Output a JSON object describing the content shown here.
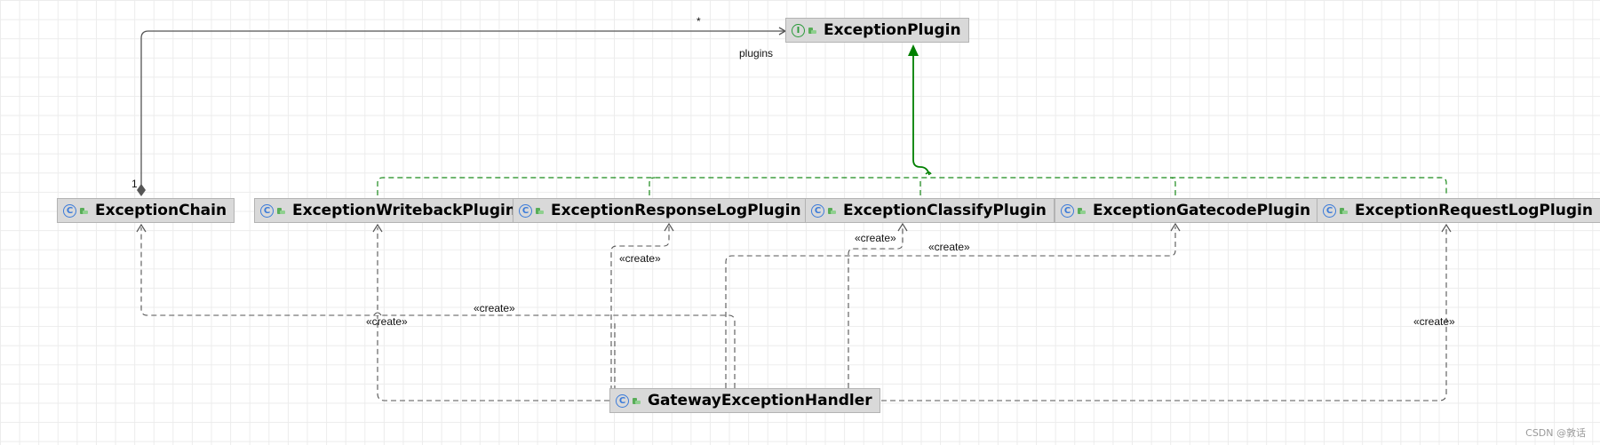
{
  "nodes": {
    "exception_plugin": {
      "name": "ExceptionPlugin",
      "kind": "I"
    },
    "exception_chain": {
      "name": "ExceptionChain",
      "kind": "C"
    },
    "exception_writeback_plugin": {
      "name": "ExceptionWritebackPlugin",
      "kind": "C"
    },
    "exception_response_log_plugin": {
      "name": "ExceptionResponseLogPlugin",
      "kind": "C"
    },
    "exception_classify_plugin": {
      "name": "ExceptionClassifyPlugin",
      "kind": "C"
    },
    "exception_gatecode_plugin": {
      "name": "ExceptionGatecodePlugin",
      "kind": "C"
    },
    "exception_request_log_plugin": {
      "name": "ExceptionRequestLogPlugin",
      "kind": "C"
    },
    "gateway_exception_handler": {
      "name": "GatewayExceptionHandler",
      "kind": "C"
    }
  },
  "labels": {
    "multiplicity_many": "*",
    "multiplicity_one": "1",
    "role_plugins": "plugins",
    "create": "«create»"
  },
  "colors": {
    "composition_line": "#555555",
    "implements_line": "#008000",
    "dependency_line": "#555555",
    "class_icon": "#3b7bd9",
    "interface_icon": "#2a9a3a"
  },
  "watermark": "CSDN @敦话"
}
